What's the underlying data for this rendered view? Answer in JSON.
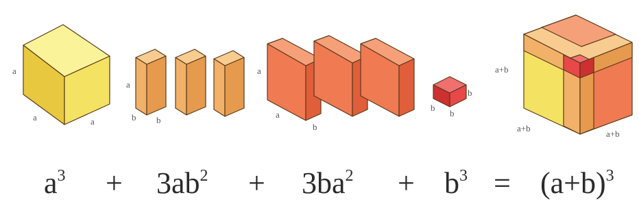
{
  "labels": {
    "a": "a",
    "b": "b",
    "apb": "a+b"
  },
  "equation": {
    "t1": "a",
    "t1_exp": "3",
    "op1": "+",
    "t2": "3ab",
    "t2_exp": "2",
    "op2": "+",
    "t3": "3ba",
    "t3_exp": "2",
    "op3": "+",
    "t4": "b",
    "t4_exp": "3",
    "eq": "=",
    "t5": "(a+b)",
    "t5_exp": "3"
  },
  "colors": {
    "yellow_front": "#f4e262",
    "yellow_top": "#fbf39a",
    "yellow_side": "#e8c83e",
    "tan_front": "#f2b168",
    "tan_top": "#f8cc90",
    "tan_side": "#e69a4e",
    "coral_front": "#f07a52",
    "coral_top": "#f6a07a",
    "coral_side": "#e05e3a",
    "red_front": "#e84848",
    "red_top": "#f07070",
    "red_side": "#cc3030"
  }
}
